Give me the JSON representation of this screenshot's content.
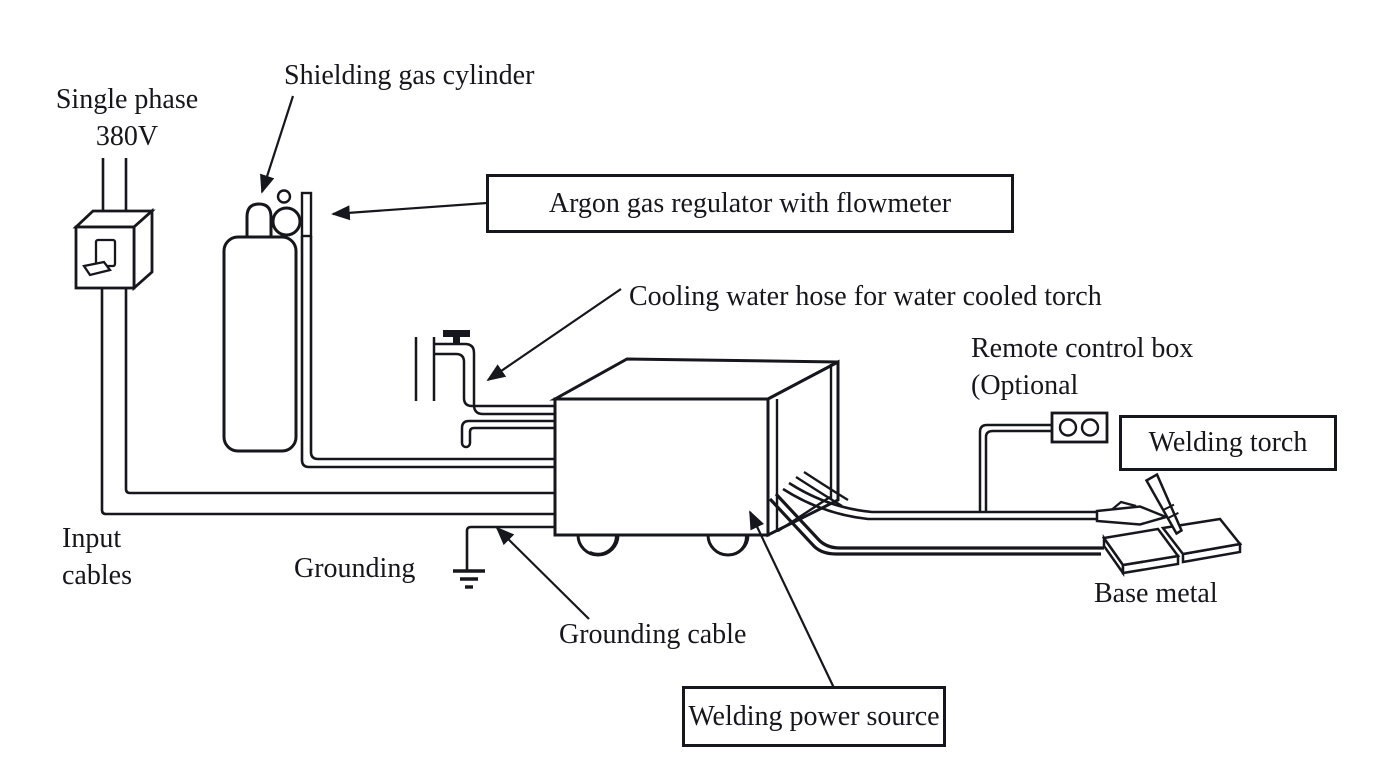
{
  "diagram": {
    "labels": {
      "single_phase_line1": "Single phase",
      "single_phase_line2": "380V",
      "shielding_gas_cylinder": "Shielding gas cylinder",
      "argon_regulator": "Argon gas regulator with flowmeter",
      "cooling_water_hose": "Cooling water hose for water cooled torch",
      "remote_control_line1": "Remote control box",
      "remote_control_line2": "(Optional",
      "welding_torch": "Welding torch",
      "base_metal": "Base metal",
      "input_cables_line1": "Input",
      "input_cables_line2": "cables",
      "grounding": "Grounding",
      "grounding_cable": "Grounding cable",
      "welding_power_source": "Welding power source"
    },
    "colors": {
      "ink": "#16161d",
      "background": "#ffffff"
    }
  }
}
